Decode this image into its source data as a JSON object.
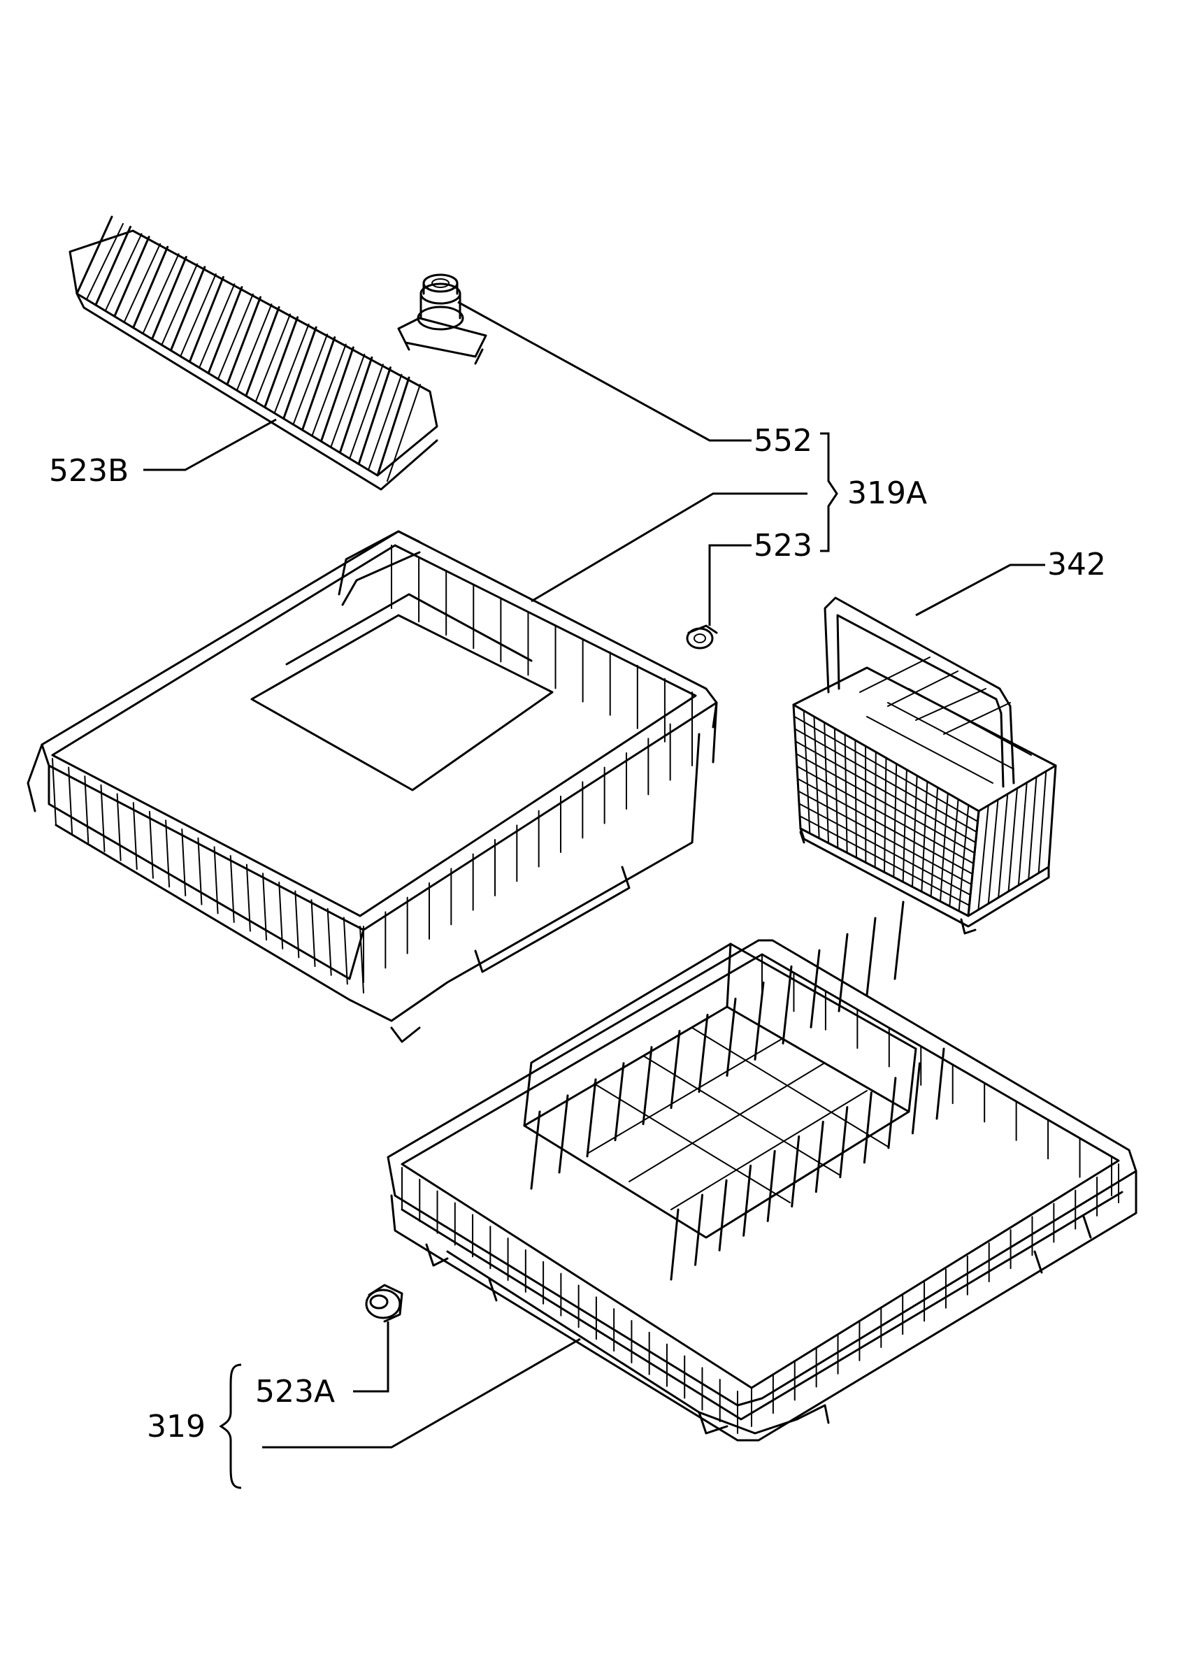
{
  "labels": {
    "l552": "552",
    "l523b": "523B",
    "l319a": "319A",
    "l523": "523",
    "l342": "342",
    "l523a": "523A",
    "l319": "319"
  }
}
